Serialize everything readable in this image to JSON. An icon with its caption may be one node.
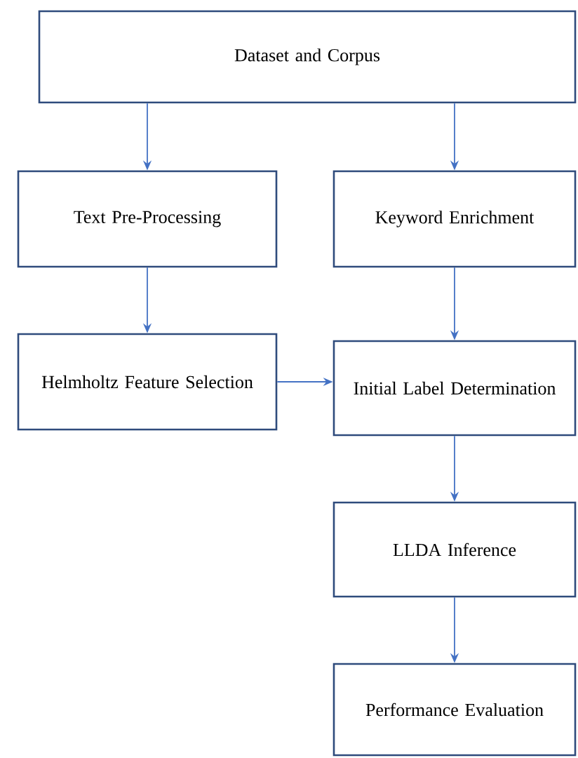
{
  "diagram": {
    "nodes": [
      {
        "text": [
          "Dataset and Corpus"
        ]
      },
      {
        "text": [
          "Text Pre-Processing"
        ]
      },
      {
        "text": [
          "Keyword Enrichment"
        ]
      },
      {
        "text": [
          "Helmholtz Feature Selection"
        ]
      },
      {
        "text": [
          "Initial Label Determination"
        ]
      },
      {
        "text": [
          "LLDA Inference"
        ]
      },
      {
        "text": [
          "Performance Evaluation"
        ]
      }
    ],
    "edges": [
      {
        "from": 0,
        "to": 1,
        "arrow": "to"
      },
      {
        "from": 0,
        "to": 2,
        "arrow": "to"
      },
      {
        "from": 1,
        "to": 3,
        "arrow": "to"
      },
      {
        "from": 3,
        "to": 4,
        "arrow": "to"
      },
      {
        "from": 2,
        "to": 4,
        "arrow": "to"
      },
      {
        "from": 4,
        "to": 5,
        "arrow": "to"
      },
      {
        "from": 5,
        "to": 6,
        "arrow": "to"
      }
    ]
  }
}
